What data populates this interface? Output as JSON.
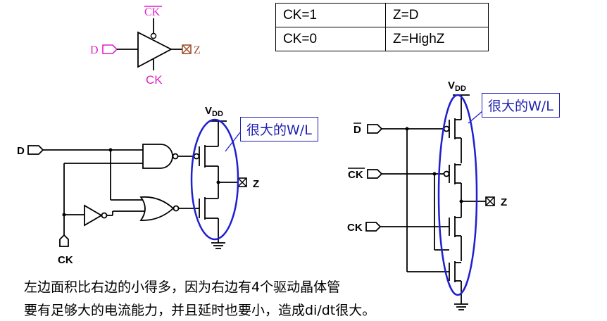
{
  "buffer_symbol": {
    "ckbar": "CK",
    "ck": "CK",
    "d": "D",
    "z": "Z"
  },
  "truth_table": {
    "rows": [
      {
        "condition": "CK=1",
        "result": "Z=D"
      },
      {
        "condition": "CK=0",
        "result": "Z=HighZ"
      }
    ]
  },
  "left_circuit": {
    "d_label": "D",
    "ck_label": "CK",
    "vdd_main": "V",
    "vdd_sub": "DD",
    "z_label": "Z",
    "callout": "很大的W/L"
  },
  "right_circuit": {
    "dbar_label": "D",
    "ckbar_label": "CK",
    "ck_label": "CK",
    "vdd_main": "V",
    "vdd_sub": "DD",
    "z_label": "Z",
    "callout": "很大的W/L"
  },
  "caption": {
    "line1": "左边面积比右边的小得多，因为右边有4个驱动晶体管",
    "line2": "要有足够大的电流能力，并且延时也要小，造成di/dt很大。"
  },
  "colors": {
    "magenta": "#e020c8",
    "ellipse_blue": "#1f1fd0",
    "z_brown": "#a0522d"
  }
}
